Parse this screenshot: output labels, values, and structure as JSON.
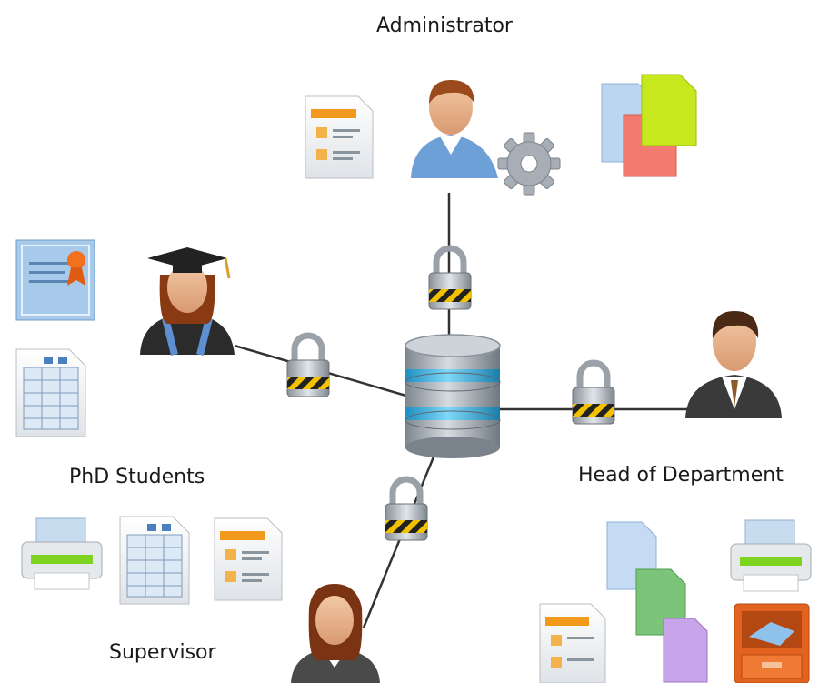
{
  "labels": {
    "administrator": "Administrator",
    "phd_students": "PhD Students",
    "head_of_department": "Head of Department",
    "supervisor": "Supervisor"
  },
  "colors": {
    "db_body": "#9aa3ab",
    "db_band": "#39b5e6",
    "lock_stripe": "#f2c200",
    "link_line": "#333333",
    "shirt_blue": "#6ea0d8",
    "suit_dark": "#3a3a3a",
    "gown": "#2b2b2b",
    "accent_orange": "#f39a1e"
  },
  "icons": {
    "central": "database-server-icon",
    "lock": "padlock-icon",
    "admin": "administrator-person-icon",
    "gear": "gear-icon",
    "student": "graduate-student-icon",
    "hod": "businessman-icon",
    "supervisor": "female-supervisor-icon",
    "form": "form-document-icon",
    "spreadsheet": "spreadsheet-document-icon",
    "certificate": "certificate-icon",
    "printer": "printer-icon",
    "files": "colored-files-icon",
    "cabinet": "filing-cabinet-icon"
  }
}
